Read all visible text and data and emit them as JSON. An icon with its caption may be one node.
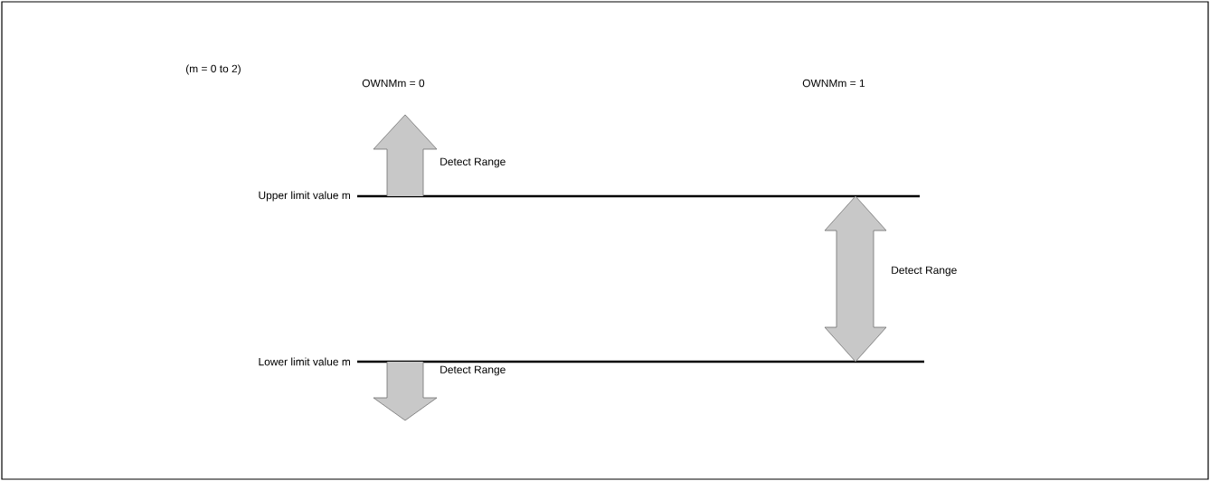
{
  "diagram": {
    "labels": [
      "(m = 0 to 2)",
      "OWNMm = 0",
      "OWNMm = 1",
      "Detect Range",
      "Upper limit value m",
      "Detect Range",
      "Lower limit value m",
      "Detect Range"
    ]
  }
}
